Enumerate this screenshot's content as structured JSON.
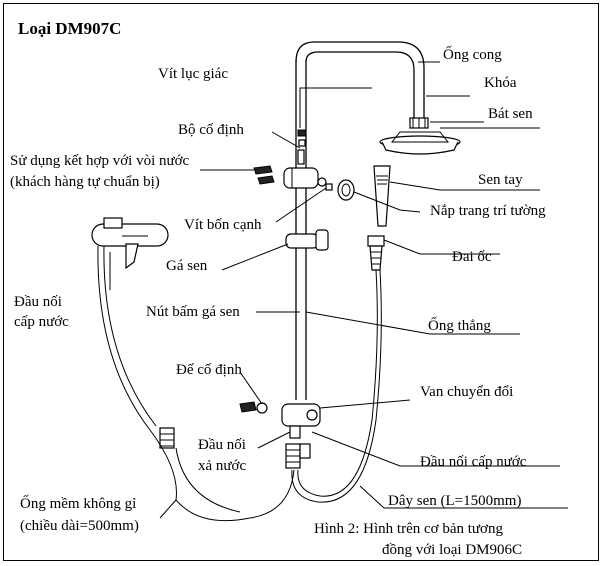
{
  "title": "Loại DM907C",
  "labels": {
    "ong_cong": "Ống cong",
    "khoa": "Khóa",
    "bat_sen": "Bát sen",
    "vit_luc_giac": "Vít lục giác",
    "bo_co_dinh": "Bộ cố định",
    "su_dung_1": "Sử dụng kết hợp với  vòi nước",
    "su_dung_2": "(khách hàng tự chuẩn bị)",
    "sen_tay": "Sen tay",
    "nap_trang_tri": "Nắp trang trí  tường",
    "vit_bon_canh": "Vít bốn cạnh",
    "dai_oc": "Đai ốc",
    "ga_sen": "Gá sen",
    "dau_noi_cap_nuoc_left_1": "Đầu nối",
    "dau_noi_cap_nuoc_left_2": "cấp nước",
    "nut_bam": "Nút bấm gá sen",
    "ong_thang": "Ống thẳng",
    "de_co_dinh": "Đế cố định",
    "van_chuyen_doi": "Van chuyển đổi",
    "dau_noi_xa_1": "Đầu nối",
    "dau_noi_xa_2": "xả nước",
    "dau_noi_cap_nuoc_right": "Đầu  nối cấp nước",
    "ong_mem_1": "Ống mềm không gỉ",
    "ong_mem_2": "(chiều dài=500mm)",
    "day_sen": "Dây sen (L=1500mm)",
    "hinh_2_a": "Hình 2:   Hình trên cơ bản tương",
    "hinh_2_b": "đồng với loại DM906C"
  }
}
